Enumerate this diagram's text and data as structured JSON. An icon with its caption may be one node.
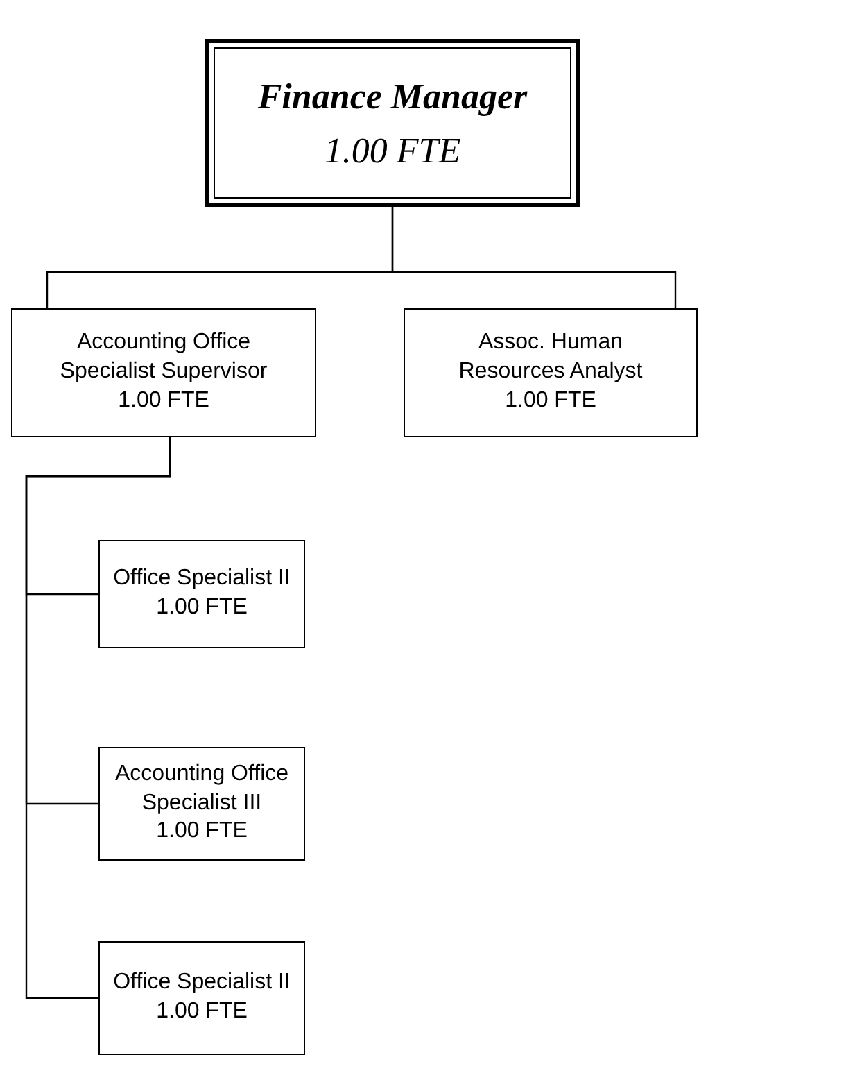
{
  "diagram": {
    "nodes": [
      {
        "text": [
          "Finance Manager",
          "1.00 FTE"
        ]
      },
      {
        "text": [
          "Accounting Office Specialist Supervisor",
          "1.00 FTE"
        ]
      },
      {
        "text": [
          "Assoc. Human Resources Analyst",
          "1.00 FTE"
        ]
      },
      {
        "text": [
          "Office Specialist II",
          "1.00 FTE"
        ]
      },
      {
        "text": [
          "Accounting Office Specialist III",
          "1.00 FTE"
        ]
      },
      {
        "text": [
          "Office Specialist II",
          "1.00 FTE"
        ]
      }
    ],
    "edges": [
      {
        "from": 0,
        "to": 1,
        "arrow": "none"
      },
      {
        "from": 0,
        "to": 2,
        "arrow": "none"
      },
      {
        "from": 1,
        "to": 3,
        "arrow": "none"
      },
      {
        "from": 1,
        "to": 4,
        "arrow": "none"
      },
      {
        "from": 1,
        "to": 5,
        "arrow": "none"
      }
    ]
  }
}
